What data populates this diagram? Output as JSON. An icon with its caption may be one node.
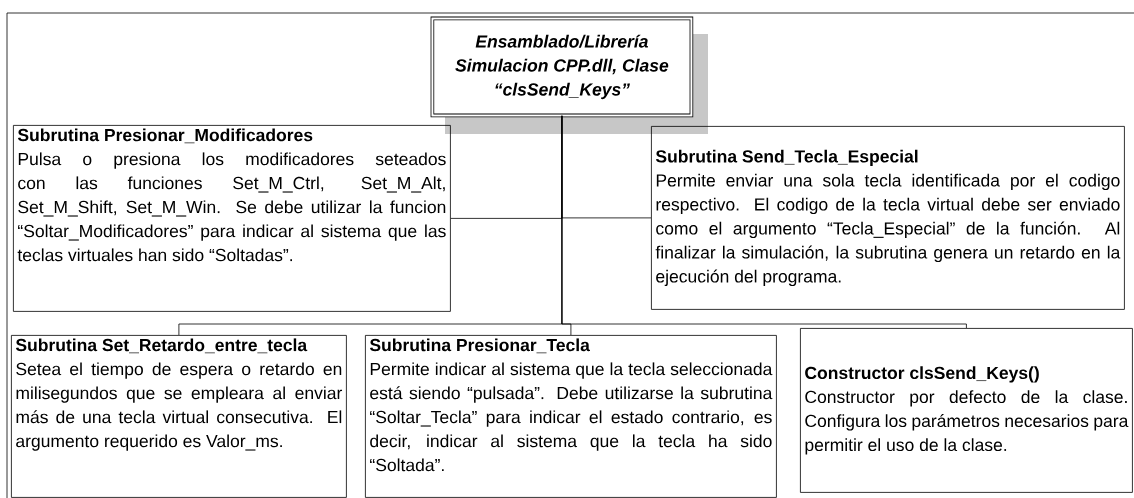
{
  "diagram": {
    "nodes": [
      {
        "text": [
          "Ensamblado/Librería Simulacion CPP.dll, Clase “clsSend_Keys”"
        ]
      },
      {
        "text": [
          "Subrutina Presionar_Modificadores",
          "Pulsa o presiona los modificadores seteados con las funciones Set_M_Ctrl, Set_M_Alt, Set_M_Shift, Set_M_Win. Se debe utilizar la funcion “Soltar_Modificadores” para indicar al sistema que las teclas virtuales han sido “Soltadas”."
        ]
      },
      {
        "text": [
          "Subrutina Send_Tecla_Especial",
          "Permite enviar una sola tecla identificada por el codigo respectivo. El codigo de la tecla virtual debe ser enviado como el argumento “Tecla_Especial” de la función. Al finalizar la simulación, la subrutina genera un retardo en la ejecución del programa."
        ]
      },
      {
        "text": [
          "Subrutina Set_Retardo_entre_tecla",
          "Setea el tiempo de espera o retardo en milisegundos que se empleara al enviar más de una tecla virtual consecutiva. El argumento requerido es Valor_ms."
        ]
      },
      {
        "text": [
          "Subrutina Presionar_Tecla",
          "Permite indicar al sistema que la tecla seleccionada está siendo “pulsada”. Debe utilizarse la subrutina “Soltar_Tecla” para indicar el estado contrario, es decir, indicar al sistema que la tecla ha sido “Soltada”."
        ]
      },
      {
        "text": [
          "Constructor clsSend_Keys()",
          "Constructor por defecto de la clase. Configura los parámetros necesarios para permitir el uso de la clase."
        ]
      }
    ],
    "edges": [
      {
        "from": 0,
        "to": 1,
        "arrow": "none"
      },
      {
        "from": 0,
        "to": 2,
        "arrow": "none"
      },
      {
        "from": 0,
        "to": 3,
        "arrow": "none"
      },
      {
        "from": 0,
        "to": 4,
        "arrow": "none"
      },
      {
        "from": 0,
        "to": 5,
        "arrow": "none"
      }
    ]
  }
}
